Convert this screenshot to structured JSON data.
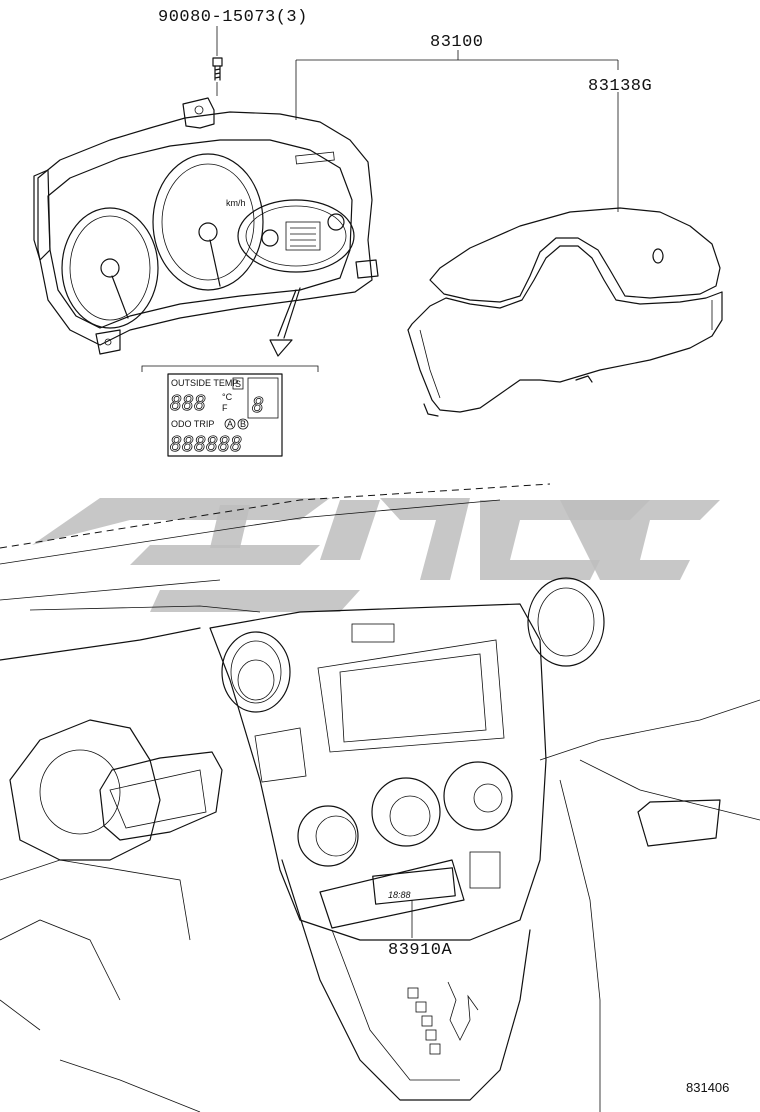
{
  "parts": {
    "screw": "90080-15073(3)",
    "meter_assy": "83100",
    "lens": "83138G",
    "clock": "83910A"
  },
  "lcd": {
    "outside_temp": "OUTSIDE TEMP",
    "s_badge": "S",
    "unit_c": "°C",
    "unit_f": "F",
    "odo_trip": "ODO TRIP",
    "a_badge": "A",
    "b_badge": "B",
    "temp_digits": "888",
    "gear_digit": "8",
    "odo_digits": "888888"
  },
  "clock_display": "18:88",
  "figure_id": "831406",
  "gauge_unit": "km/h"
}
